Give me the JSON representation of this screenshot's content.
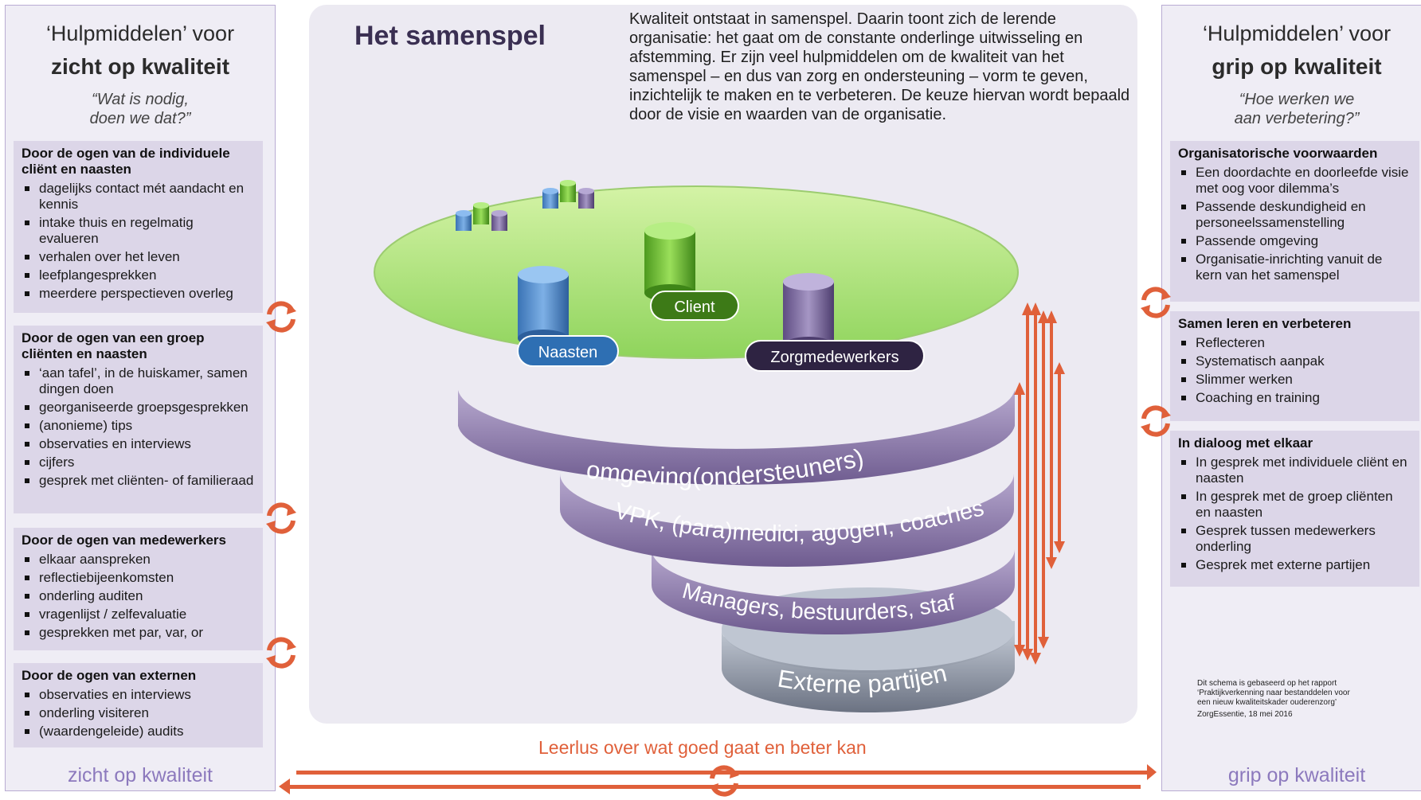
{
  "left": {
    "title_line1": "‘Hulpmiddelen’ voor",
    "title_line2": "zicht op kwaliteit",
    "quote": "“Wat is nodig,\ndoen we dat?”",
    "footer": "zicht op kwaliteit",
    "boxes": [
      {
        "heading": "Door de ogen van de individuele cliënt en naasten",
        "items": [
          "dagelijks contact mét aandacht en kennis",
          "intake thuis en regelmatig evalueren",
          "verhalen over het leven",
          "leefplangesprekken",
          "meerdere perspectieven overleg"
        ]
      },
      {
        "heading": "Door de ogen van een groep cliënten en naasten",
        "items": [
          "‘aan tafel’, in de huiskamer, samen dingen doen",
          "georganiseerde groepsgesprekken",
          "(anonieme) tips",
          "observaties en interviews",
          "cijfers",
          "gesprek met cliënten- of familieraad"
        ]
      },
      {
        "heading": "Door de ogen van medewerkers",
        "items": [
          "elkaar aanspreken",
          "reflectiebijeenkomsten",
          "onderling auditen",
          "vragenlijst / zelfevaluatie",
          "gesprekken met par, var, or"
        ]
      },
      {
        "heading": "Door de ogen van externen",
        "items": [
          "observaties en interviews",
          "onderling visiteren",
          "(waardengeleide) audits"
        ]
      }
    ]
  },
  "right": {
    "title_line1": "‘Hulpmiddelen’ voor",
    "title_line2": "grip op kwaliteit",
    "quote": "“Hoe werken we\naan verbetering?”",
    "footer": "grip op kwaliteit",
    "boxes": [
      {
        "heading": "Organisatorische voorwaarden",
        "items": [
          "Een doordachte en doorleefde visie met oog voor dilemma’s",
          "Passende deskundigheid en personeelssamenstelling",
          "Passende omgeving",
          "Organisatie-inrichting vanuit de kern van het samenspel"
        ]
      },
      {
        "heading": "Samen leren en verbeteren",
        "items": [
          "Reflecteren",
          "Systematisch aanpak",
          "Slimmer werken",
          "Coaching en training"
        ]
      },
      {
        "heading": "In dialoog met elkaar",
        "items": [
          "In gesprek met individuele cliënt en naasten",
          "In gesprek met de groep cliënten en naasten",
          "Gesprek tussen medewerkers onderling",
          "Gesprek met externe partijen"
        ]
      }
    ]
  },
  "center": {
    "title": "Het samenspel",
    "intro": "Kwaliteit ontstaat in samenspel. Daarin toont zich de lerende organisatie: het gaat om de constante onderlinge uitwisseling en afstemming. Er zijn veel hulpmiddelen om de kwaliteit van het samenspel – en dus van zorg en ondersteuning – vorm te geven, inzichtelijk te maken en te verbeteren. De keuze hiervan wordt bepaald door de visie en waarden van de organisatie.",
    "actors": {
      "naasten": "Naasten",
      "client": "Client",
      "zorgmedewerkers": "Zorgmedewerkers"
    },
    "layers": [
      "omgeving(ondersteuners)",
      "VPK, (para)medici, agogen, coaches",
      "Managers, bestuurders, staf",
      "Externe partijen"
    ]
  },
  "loop_text": "Leerlus over wat goed gaat en beter kan",
  "source": [
    "Dit schema is gebaseerd op het rapport",
    "‘Praktijkverkenning naar bestanddelen voor",
    "een nieuw kwaliteitskader ouderenzorg’",
    "ZorgEssentie, 18 mei 2016"
  ],
  "colors": {
    "accent_orange": "#e0603a",
    "purple_border": "#b9acd3",
    "green_disc": "#a8e07a",
    "layer_purple": "#8a77a8",
    "layer_grey": "#7e8595"
  }
}
